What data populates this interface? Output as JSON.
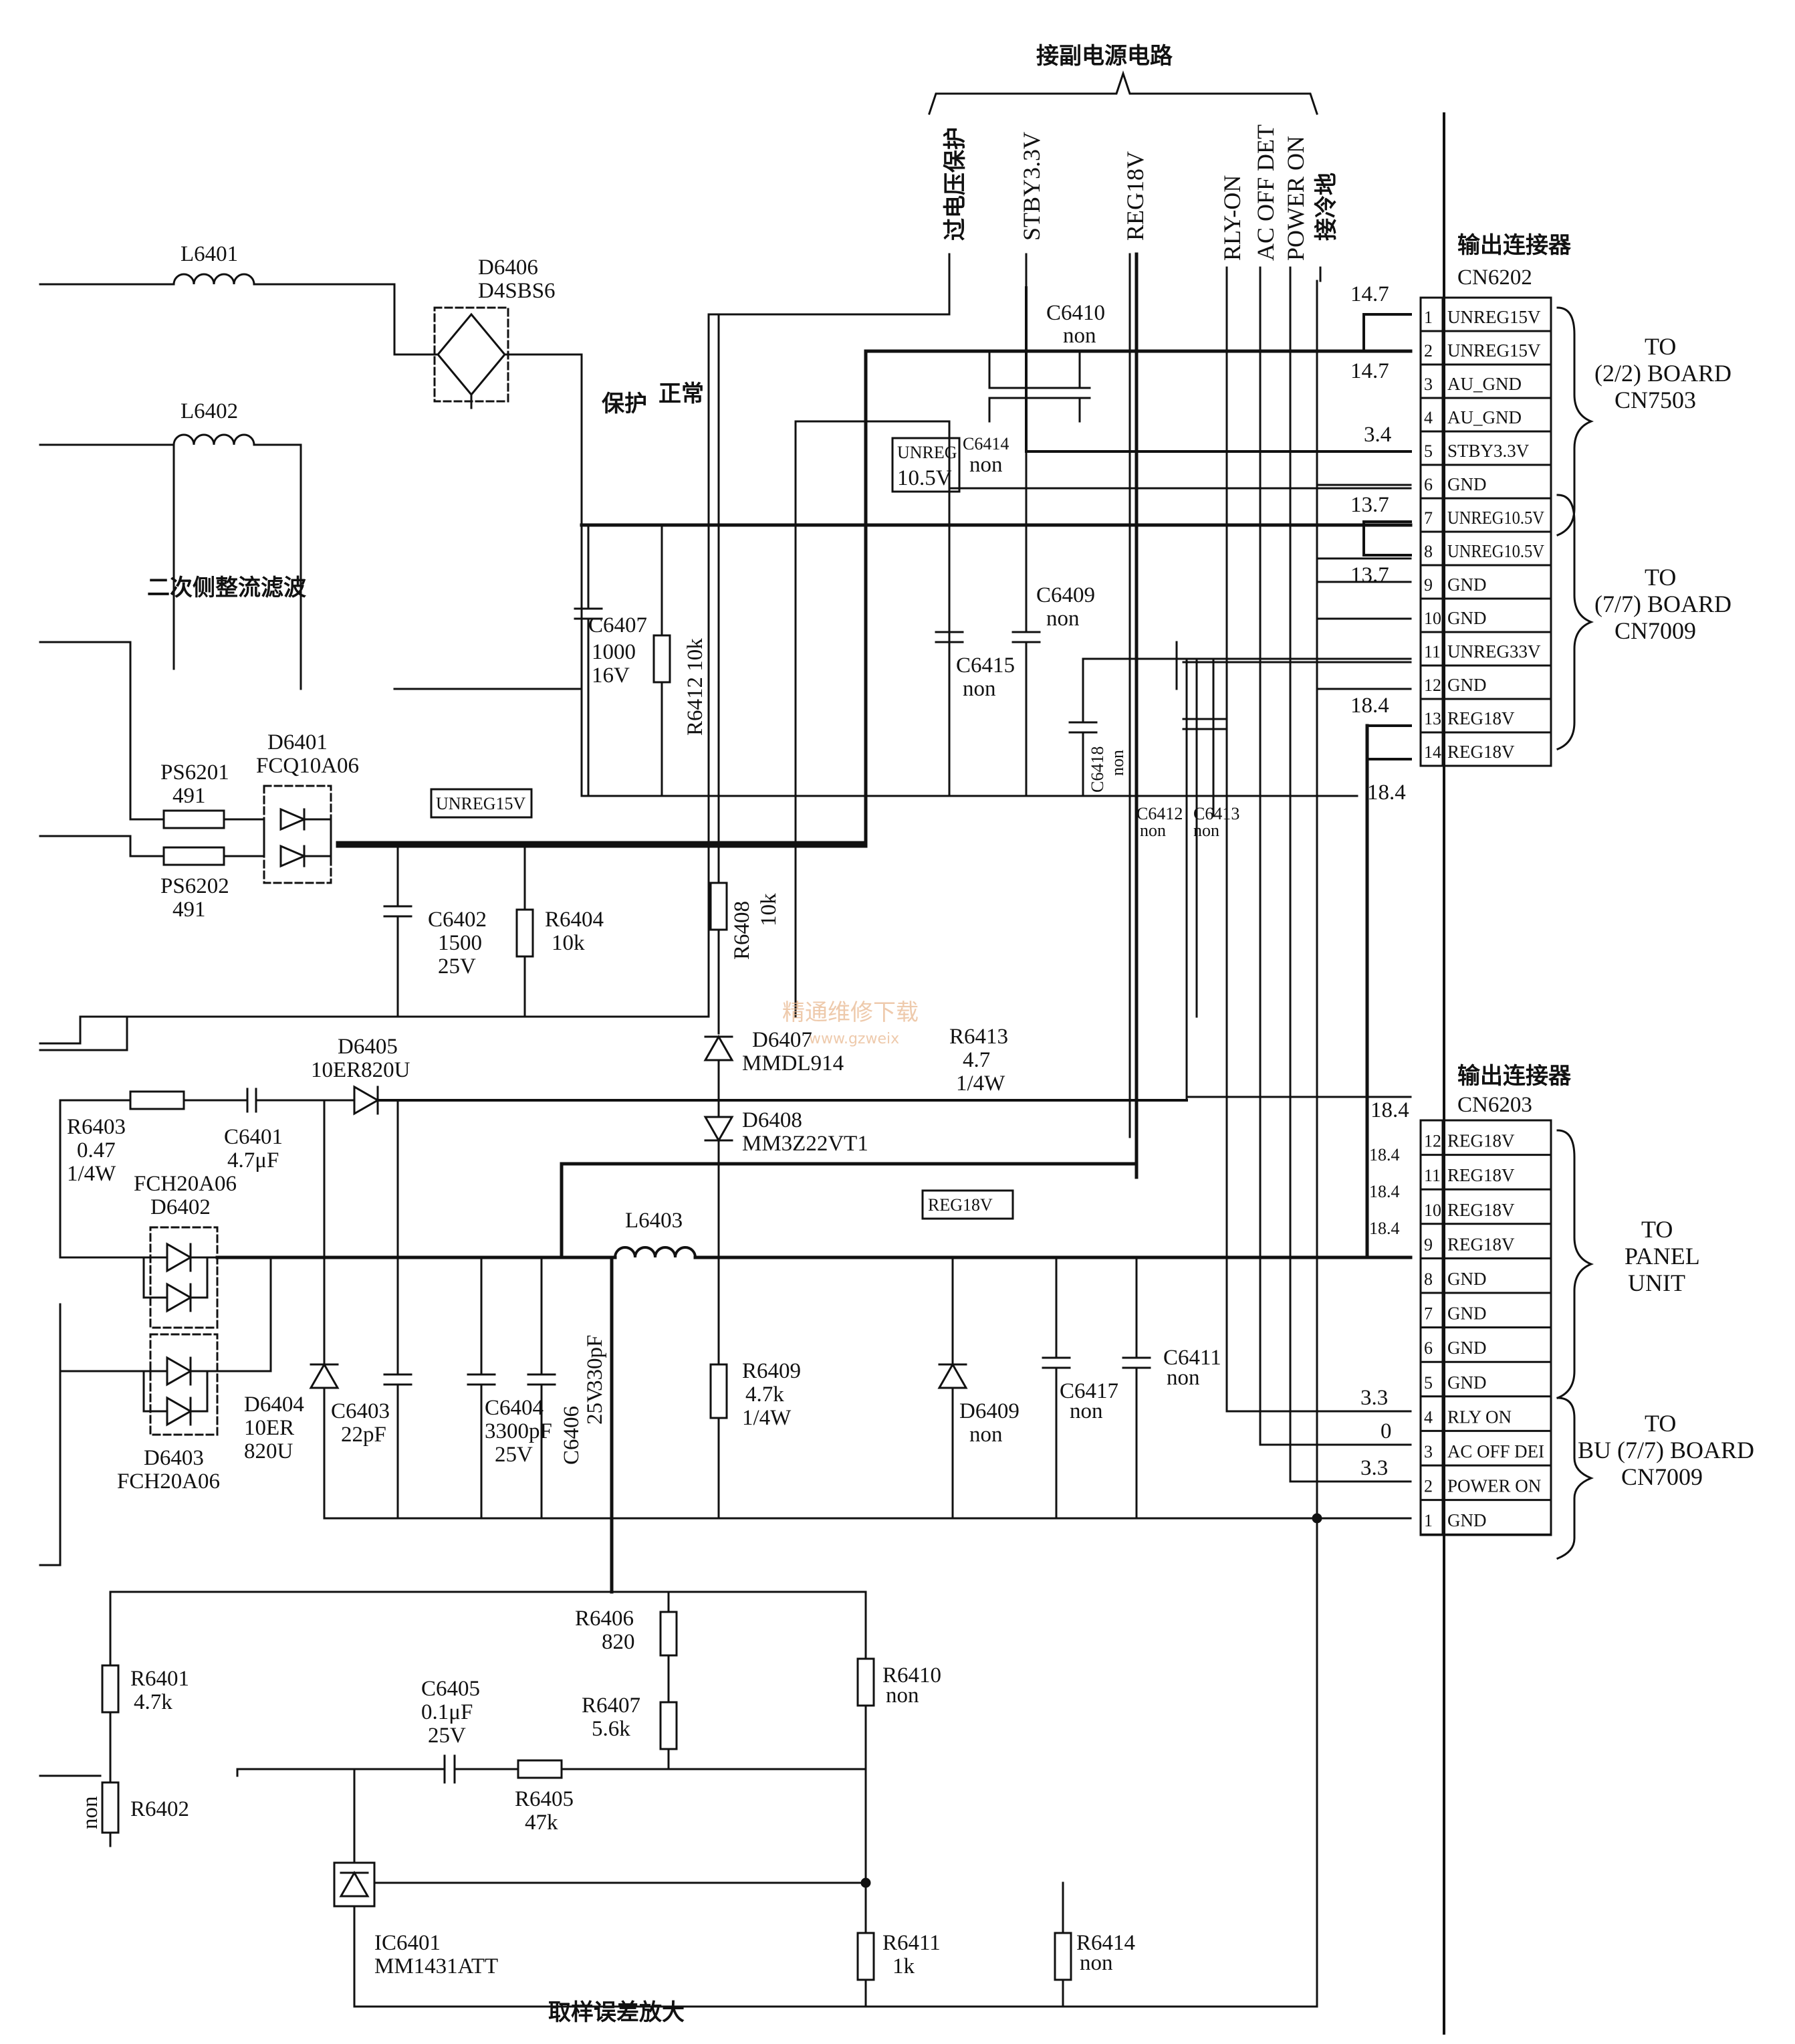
{
  "labels": {
    "top_group": "接副电源电路",
    "over_voltage": "过电压保护",
    "stby": "STBY3.3V",
    "reg18": "REG18V",
    "rly_on": "RLY-ON",
    "ac_off": "AC OFF DET",
    "power_on": "POWER ON",
    "cold_gnd": "接冷地",
    "secondary": "二次侧整流滤波",
    "protect": "保护",
    "normal": "正常",
    "sampling": "取样误差放大",
    "unreg15_tag": "UNREG15V",
    "unreg105_tag_a": "UNREG",
    "unreg105_tag_b": "10.5V",
    "reg18_tag": "REG18V",
    "watermark": "精通维修下载",
    "watermark_url": "www.gzweix"
  },
  "components": {
    "L6401": "L6401",
    "L6402": "L6402",
    "L6403": "L6403",
    "D6406": "D6406",
    "D6406v": "D4SBS6",
    "PS6201": "PS6201",
    "PS6201v": "491",
    "PS6202": "PS6202",
    "PS6202v": "491",
    "D6401": "D6401",
    "D6401v": "FCQ10A06",
    "C6407": "C6407",
    "C6407v1": "1000",
    "C6407v2": "16V",
    "R6412": "R6412 10k",
    "C6410": "C6410",
    "C6410v": "non",
    "C6414": "C6414",
    "C6414v": "non",
    "C6409": "C6409",
    "C6409v": "non",
    "C6415": "C6415",
    "C6415v": "non",
    "C6418": "C6418",
    "C6418v": "non",
    "C6412": "C6412",
    "C6412v": "non",
    "C6413": "C6413",
    "C6413v": "non",
    "C6402": "C6402",
    "C6402v1": "1500",
    "C6402v2": "25V",
    "R6404": "R6404",
    "R6404v": "10k",
    "R6408": "R6408",
    "R6408v": "10k",
    "D6405": "D6405",
    "D6405v": "10ER820U",
    "D6407": "D6407",
    "D6407v": "MMDL914",
    "R6413": "R6413",
    "R6413v1": "4.7",
    "R6413v2": "1/4W",
    "D6408": "D6408",
    "D6408v": "MM3Z22VT1",
    "R6403": "R6403",
    "R6403v1": "0.47",
    "R6403v2": "1/4W",
    "C6401": "C6401",
    "C6401v": "4.7μF",
    "FCH_top": "FCH20A06",
    "D6402": "D6402",
    "D6403": "D6403",
    "FCH_bot": "FCH20A06",
    "D6404": "D6404",
    "D6404v1": "10ER",
    "D6404v2": "820U",
    "C6403": "C6403",
    "C6403v": "22pF",
    "C6404": "C6404",
    "C6404v1": "3300pF",
    "C6404v2": "25V",
    "C6406": "C6406",
    "C6406v1": "25V",
    "C6406v2": "330pF",
    "R6409": "R6409",
    "R6409v1": "4.7k",
    "R6409v2": "1/4W",
    "D6409": "D6409",
    "D6409v": "non",
    "C6417": "C6417",
    "C6417v": "non",
    "C6411": "C6411",
    "C6411v": "non",
    "R6406": "R6406",
    "R6406v": "820",
    "R6407": "R6407",
    "R6407v": "5.6k",
    "R6410": "R6410",
    "R6410v": "non",
    "R6401": "R6401",
    "R6401v": "4.7k",
    "R6402": "R6402",
    "R6402non": "non",
    "C6405": "C6405",
    "C6405v1": "0.1μF",
    "C6405v2": "25V",
    "R6405": "R6405",
    "R6405v": "47k",
    "IC6401": "IC6401",
    "IC6401v": "MM1431ATT",
    "R6411": "R6411",
    "R6411v": "1k",
    "R6414": "R6414",
    "R6414v": "non"
  },
  "cn6202": {
    "title": "输出连接器",
    "ref": "CN6202",
    "pins": [
      {
        "num": "1",
        "name": "UNREG15V"
      },
      {
        "num": "2",
        "name": "UNREG15V"
      },
      {
        "num": "3",
        "name": "AU_GND"
      },
      {
        "num": "4",
        "name": "AU_GND"
      },
      {
        "num": "5",
        "name": "STBY3.3V"
      },
      {
        "num": "6",
        "name": "GND"
      },
      {
        "num": "7",
        "name": "UNREG10.5V"
      },
      {
        "num": "8",
        "name": "UNREG10.5V"
      },
      {
        "num": "9",
        "name": "GND"
      },
      {
        "num": "10",
        "name": "GND"
      },
      {
        "num": "11",
        "name": "UNREG33V"
      },
      {
        "num": "12",
        "name": "GND"
      },
      {
        "num": "13",
        "name": "REG18V"
      },
      {
        "num": "14",
        "name": "REG18V"
      }
    ],
    "voltages": [
      "14.7",
      "14.7",
      "3.4",
      "13.7",
      "13.7",
      "18.4",
      "18.4"
    ],
    "dest1": [
      "TO",
      "(2/2) BOARD",
      "CN7503"
    ],
    "dest2": [
      "TO",
      "(7/7) BOARD",
      "CN7009"
    ]
  },
  "cn6203": {
    "title": "输出连接器",
    "ref": "CN6203",
    "pins": [
      {
        "num": "12",
        "name": "REG18V"
      },
      {
        "num": "11",
        "name": "REG18V"
      },
      {
        "num": "10",
        "name": "REG18V"
      },
      {
        "num": "9",
        "name": "REG18V"
      },
      {
        "num": "8",
        "name": "GND"
      },
      {
        "num": "7",
        "name": "GND"
      },
      {
        "num": "6",
        "name": "GND"
      },
      {
        "num": "5",
        "name": "GND"
      },
      {
        "num": "4",
        "name": "RLY ON"
      },
      {
        "num": "3",
        "name": "AC OFF DEI"
      },
      {
        "num": "2",
        "name": "POWER ON"
      },
      {
        "num": "1",
        "name": "GND"
      }
    ],
    "voltages": [
      "18.4",
      "18.4",
      "18.4",
      "18.4",
      "3.3",
      "0",
      "3.3"
    ],
    "dest1": [
      "TO",
      "PANEL",
      "UNIT"
    ],
    "dest2": [
      "TO",
      "BU (7/7) BOARD",
      "CN7009"
    ]
  }
}
